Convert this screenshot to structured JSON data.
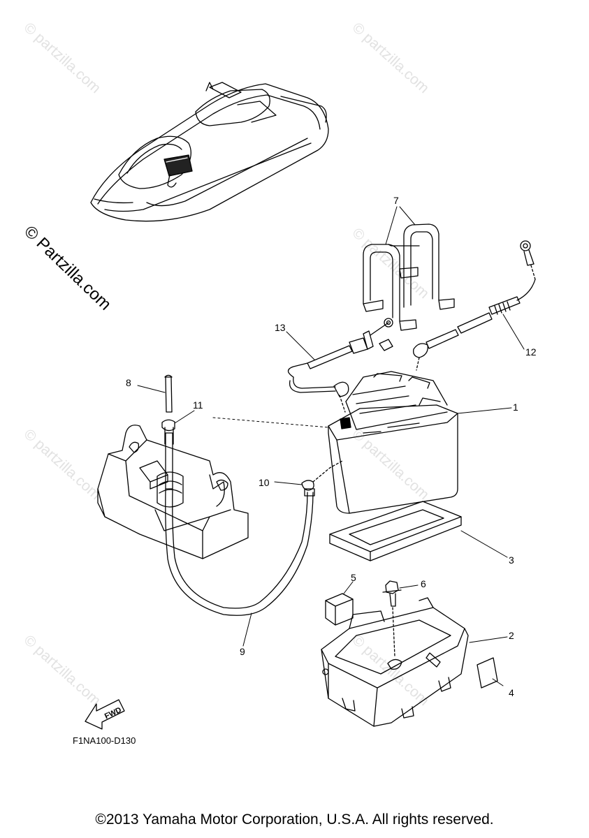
{
  "watermark": {
    "text": "© partzilla.com",
    "main_text": "© Partzilla.com"
  },
  "callouts": [
    "1",
    "2",
    "3",
    "4",
    "5",
    "6",
    "7",
    "8",
    "9",
    "10",
    "11",
    "12",
    "13"
  ],
  "diagram_code": "F1NA100-D130",
  "fwd_label": "FWD",
  "copyright": "©2013 Yamaha Motor Corporation, U.S.A. All rights reserved.",
  "colors": {
    "line": "#000000",
    "watermark": "#e2e2e2",
    "background": "#ffffff"
  }
}
